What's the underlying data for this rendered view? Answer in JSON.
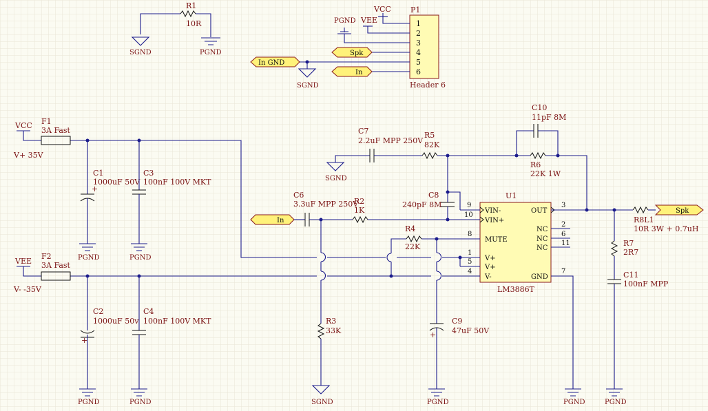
{
  "components": {
    "R1": {
      "ref": "R1",
      "value": "10R"
    },
    "P1": {
      "ref": "P1",
      "value": "Header 6",
      "pins": [
        "1",
        "2",
        "3",
        "4",
        "5",
        "6"
      ]
    },
    "F1": {
      "ref": "F1",
      "value": "3A Fast"
    },
    "F2": {
      "ref": "F2",
      "value": "3A Fast"
    },
    "C1": {
      "ref": "C1",
      "value": "1000uF 50V"
    },
    "C2": {
      "ref": "C2",
      "value": "1000uF 50v"
    },
    "C3": {
      "ref": "C3",
      "value": "100nF 100V MKT"
    },
    "C4": {
      "ref": "C4",
      "value": "100nF 100V MKT"
    },
    "C6": {
      "ref": "C6",
      "value": "3.3uF MPP 250V"
    },
    "C7": {
      "ref": "C7",
      "value": "2.2uF MPP 250V"
    },
    "C8": {
      "ref": "C8",
      "value": "240pF 8M"
    },
    "C9": {
      "ref": "C9",
      "value": "47uF 50V"
    },
    "C10": {
      "ref": "C10",
      "value": "11pF 8M"
    },
    "C11": {
      "ref": "C11",
      "value": "100nF MPP"
    },
    "R2": {
      "ref": "R2",
      "value": "1K"
    },
    "R3": {
      "ref": "R3",
      "value": "33K"
    },
    "R4": {
      "ref": "R4",
      "value": "22K"
    },
    "R5": {
      "ref": "R5",
      "value": "82K"
    },
    "R6": {
      "ref": "R6",
      "value": "22K 1W"
    },
    "R7": {
      "ref": "R7",
      "value": "2R7"
    },
    "R8L1": {
      "ref": "R8L1",
      "value": "10R 3W + 0.7uH"
    },
    "U1": {
      "ref": "U1",
      "value": "LM3886T",
      "pin_names": {
        "vin_minus": "VIN-",
        "vin_plus": "VIN+",
        "mute": "MUTE",
        "vplus_a": "V+",
        "vplus_b": "V+",
        "vminus": "V-",
        "out": "OUT",
        "nc_a": "NC",
        "nc_b": "NC",
        "nc_c": "NC",
        "gnd": "GND"
      },
      "pin_numbers": {
        "vin_minus": "9",
        "vin_plus": "10",
        "mute": "8",
        "vplus_a": "1",
        "vplus_b": "5",
        "vminus": "4",
        "out": "3",
        "nc_a": "2",
        "nc_b": "6",
        "nc_c": "11",
        "gnd": "7"
      }
    }
  },
  "power": {
    "vcc": "VCC",
    "vee": "VEE",
    "vcc_note": "V+ 35V",
    "vee_note": "V- -35V",
    "sgnd": "SGND",
    "pgnd": "PGND"
  },
  "ports": {
    "in_gnd": "In GND",
    "spk": "Spk",
    "in": "In"
  }
}
